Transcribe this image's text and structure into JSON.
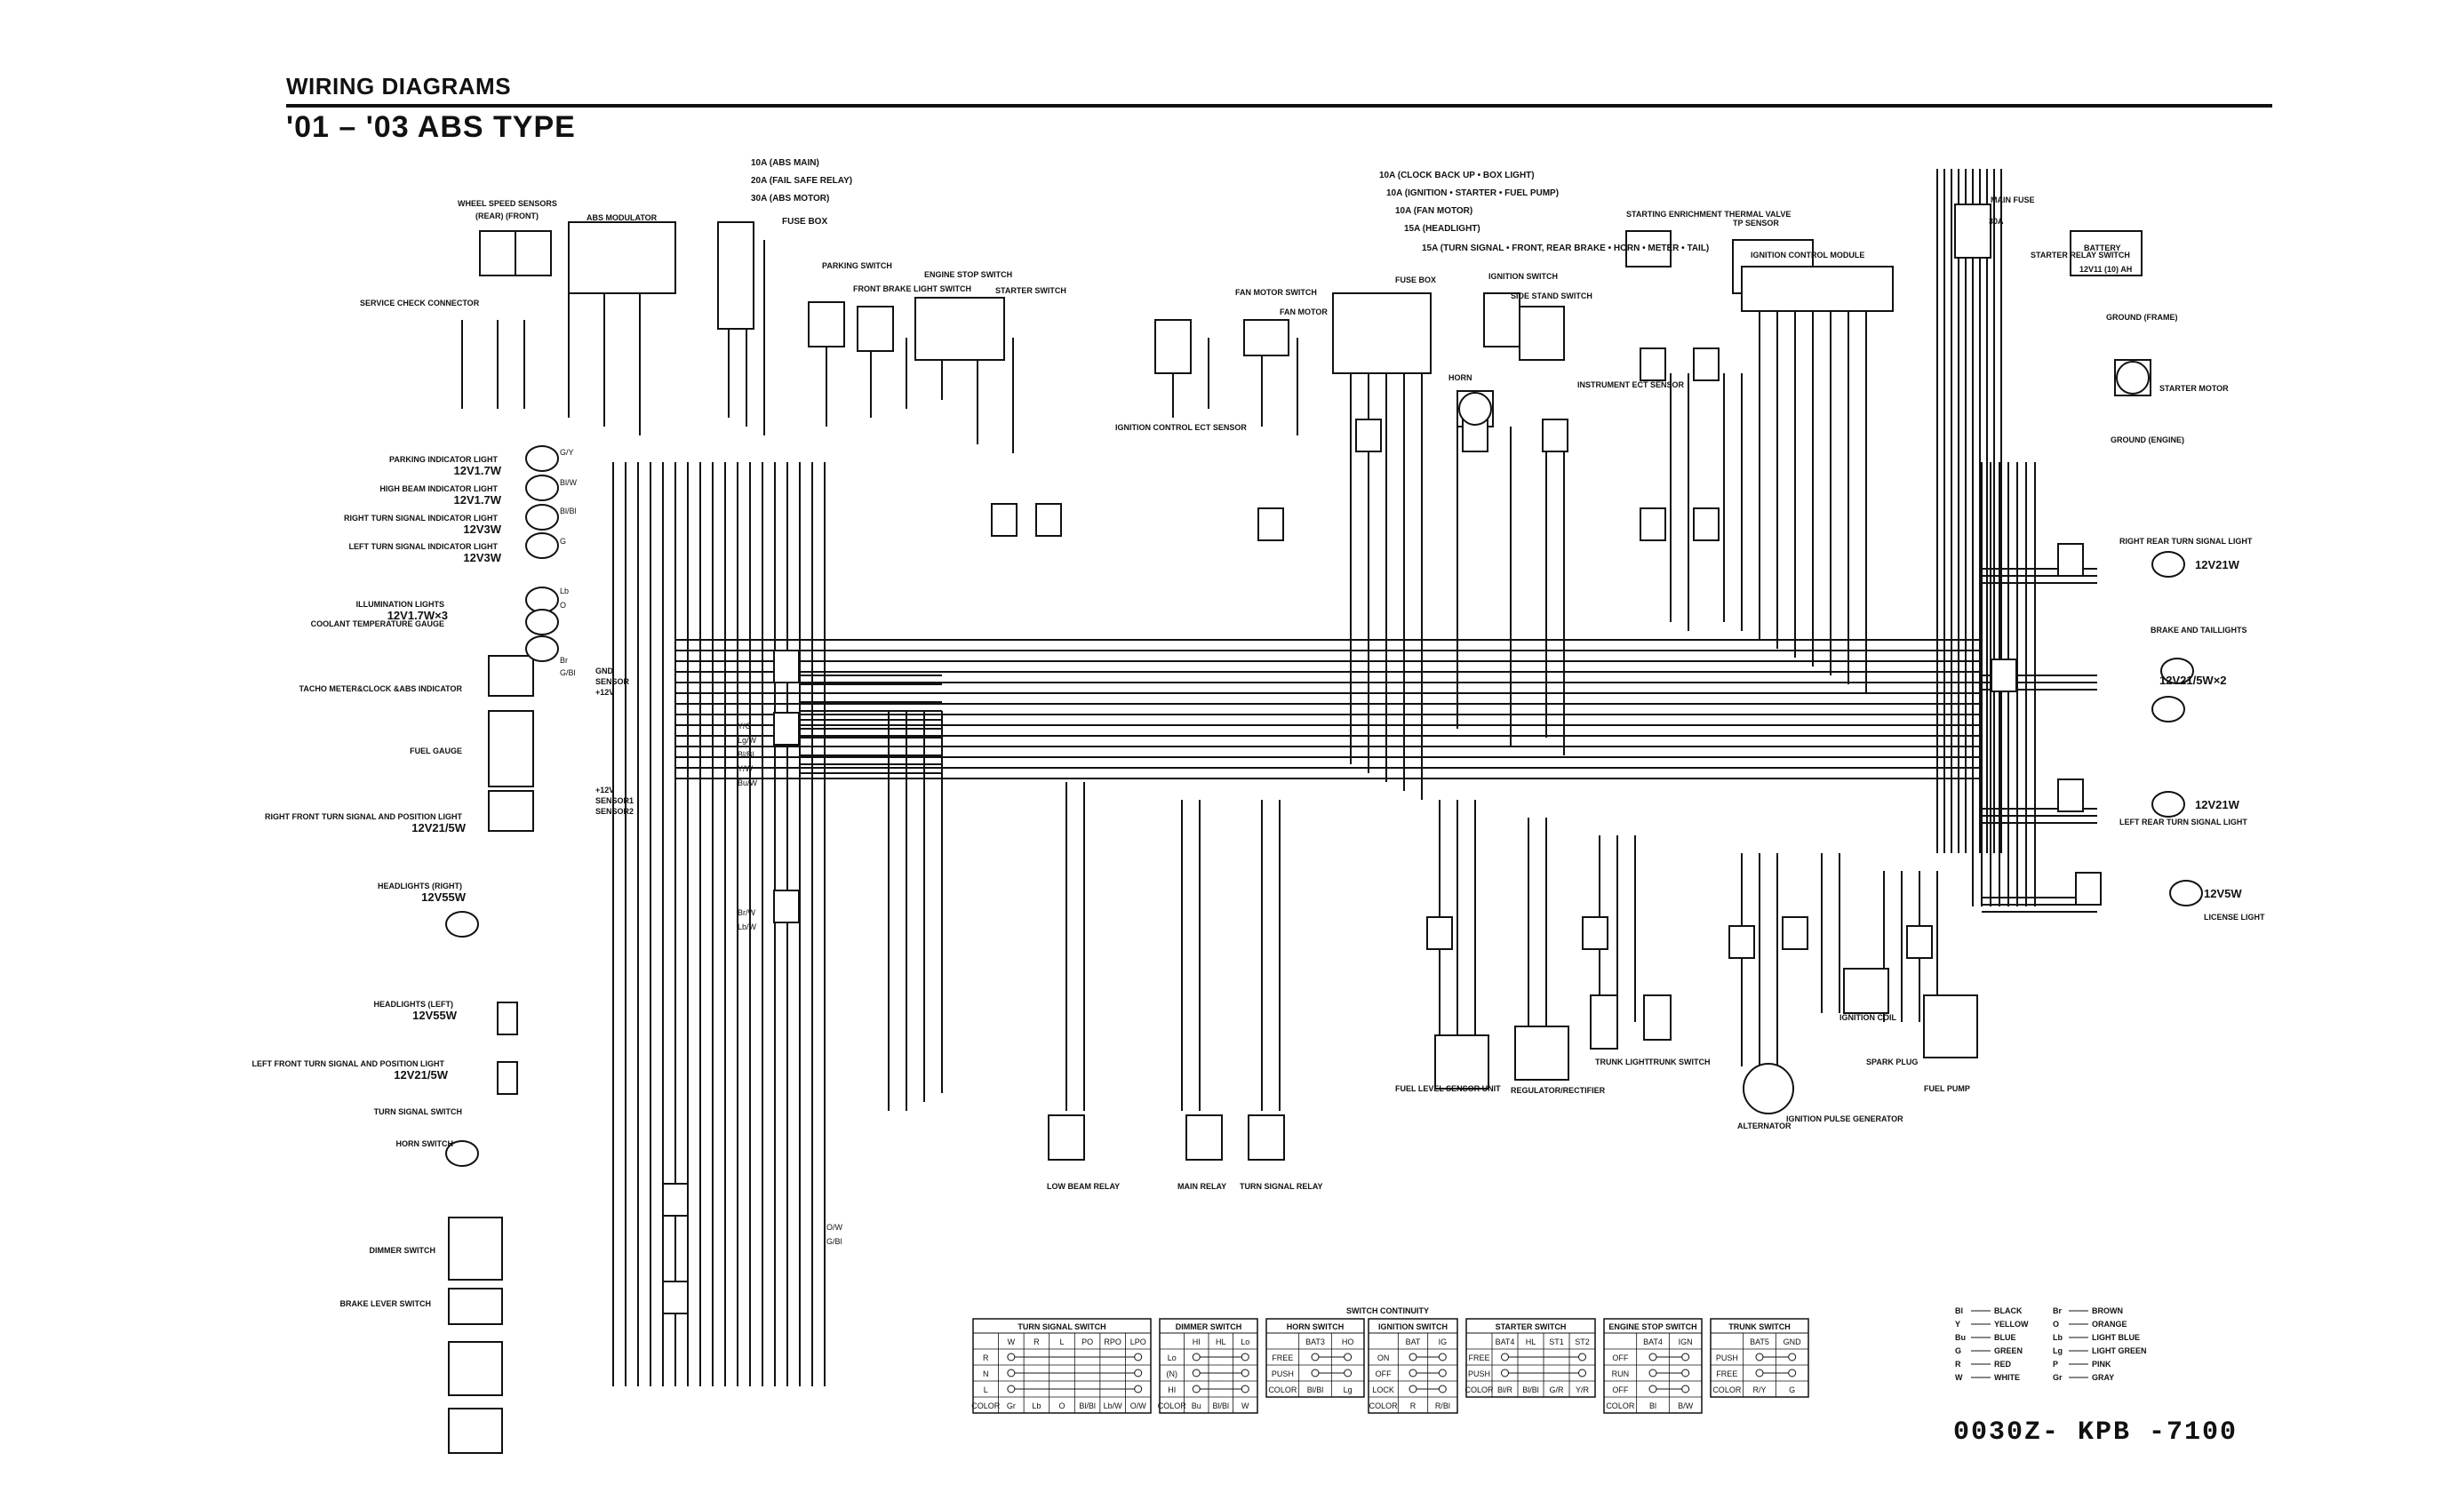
{
  "header": {
    "section": "WIRING DIAGRAMS",
    "title": "'01 – '03 ABS TYPE"
  },
  "document_code": "0030Z- KPB -7100",
  "fuses_main_box": [
    "10A (ABS MAIN)",
    "20A (FAIL SAFE RELAY)",
    "30A (ABS MOTOR)"
  ],
  "fuse_box_label": "FUSE BOX",
  "fuses_center_box": [
    "10A (CLOCK BACK UP • BOX LIGHT)",
    "10A (IGNITION • STARTER • FUEL PUMP)",
    "10A (FAN MOTOR)",
    "15A (HEADLIGHT)",
    "15A (TURN SIGNAL • FRONT, REAR BRAKE • HORN • METER • TAIL)"
  ],
  "top_components": {
    "wheel_speed_sensors": "WHEEL SPEED SENSORS",
    "wheel_speed_sub": "(REAR) (FRONT)",
    "abs_modulator": "ABS MODULATOR",
    "service_check": "SERVICE CHECK CONNECTOR",
    "parking_switch": "PARKING SWITCH",
    "front_brake_switch": "FRONT BRAKE LIGHT SWITCH",
    "engine_stop_switch": "ENGINE STOP SWITCH",
    "starter_switch": "STARTER SWITCH",
    "fan_motor_switch": "FAN MOTOR SWITCH",
    "fan_motor": "FAN MOTOR",
    "ignition_control_ect": "IGNITION CONTROL ECT SENSOR",
    "fuse_box": "FUSE BOX",
    "horn": "HORN",
    "ignition_switch": "IGNITION SWITCH",
    "side_stand_switch": "SIDE STAND SWITCH",
    "instrument_ect": "INSTRUMENT ECT SENSOR",
    "starting_enrichment": "STARTING ENRICHMENT THERMAL VALVE",
    "tp_sensor": "TP SENSOR",
    "icm": "IGNITION CONTROL MODULE",
    "main_fuse": "MAIN FUSE",
    "main_fuse_rating": "30A",
    "starter_relay": "STARTER RELAY SWITCH",
    "battery": "BATTERY",
    "battery_rating": "12V11 (10) AH",
    "ground_frame": "GROUND (FRAME)",
    "starter_motor": "STARTER MOTOR",
    "ground_engine": "GROUND (ENGINE)"
  },
  "left_components": [
    {
      "name": "PARKING INDICATOR LIGHT",
      "rating": "12V1.7W"
    },
    {
      "name": "HIGH BEAM INDICATOR LIGHT",
      "rating": "12V1.7W"
    },
    {
      "name": "RIGHT TURN SIGNAL INDICATOR LIGHT",
      "rating": "12V3W"
    },
    {
      "name": "LEFT TURN SIGNAL INDICATOR LIGHT",
      "rating": "12V3W"
    },
    {
      "name": "ILLUMINATION LIGHTS",
      "rating": "12V1.7W×3"
    },
    {
      "name": "COOLANT TEMPERATURE GAUGE",
      "rating": ""
    },
    {
      "name": "TACHO METER&CLOCK &ABS INDICATOR",
      "rating": ""
    },
    {
      "name": "FUEL GAUGE",
      "rating": ""
    },
    {
      "name": "RIGHT FRONT TURN SIGNAL AND POSITION LIGHT",
      "rating": "12V21/5W"
    },
    {
      "name": "HEADLIGHTS (RIGHT)",
      "rating": "12V55W"
    },
    {
      "name": "HEADLIGHTS (LEFT)",
      "rating": "12V55W"
    },
    {
      "name": "LEFT FRONT TURN SIGNAL AND POSITION LIGHT",
      "rating": "12V21/5W"
    },
    {
      "name": "TURN SIGNAL SWITCH",
      "rating": ""
    },
    {
      "name": "HORN SWITCH",
      "rating": ""
    },
    {
      "name": "DIMMER SWITCH",
      "rating": ""
    },
    {
      "name": "BRAKE LEVER SWITCH",
      "rating": ""
    }
  ],
  "gauge_terminals": [
    "GND",
    "SENSOR",
    "+12V",
    "+12V",
    "SENSOR1",
    "SENSOR2"
  ],
  "right_components": [
    {
      "name": "RIGHT REAR TURN SIGNAL LIGHT",
      "rating": "12V21W"
    },
    {
      "name": "BRAKE AND TAILLIGHTS",
      "rating": "12V21/5W×2"
    },
    {
      "name": "LEFT REAR TURN SIGNAL LIGHT",
      "rating": "12V21W"
    },
    {
      "name": "LICENSE LIGHT",
      "rating": "12V5W"
    }
  ],
  "bottom_components": [
    "LOW BEAM RELAY",
    "MAIN RELAY",
    "TURN SIGNAL RELAY",
    "FUEL LEVEL SENSOR UNIT",
    "REGULATOR/RECTIFIER",
    "TRUNK LIGHT",
    "TRUNK SWITCH",
    "ALTERNATOR",
    "IGNITION PULSE GENERATOR",
    "IGNITION COIL",
    "SPARK PLUG",
    "FUEL PUMP"
  ],
  "switch_continuity": {
    "title": "SWITCH CONTINUITY",
    "tables": [
      {
        "title": "TURN SIGNAL SWITCH",
        "cols": [
          "",
          "W",
          "R",
          "L",
          "PO",
          "RPO",
          "LPO"
        ],
        "rows": [
          [
            "R"
          ],
          [
            "N"
          ],
          [
            "L"
          ],
          [
            "COLOR",
            "Gr",
            "Lb",
            "O",
            "Bl/Bl",
            "Lb/W",
            "O/W"
          ]
        ]
      },
      {
        "title": "DIMMER SWITCH",
        "cols": [
          "",
          "HI",
          "HL",
          "Lo"
        ],
        "rows": [
          [
            "Lo"
          ],
          [
            "(N)"
          ],
          [
            "HI"
          ],
          [
            "COLOR",
            "Bu",
            "Bl/Bl",
            "W"
          ]
        ]
      },
      {
        "title": "HORN SWITCH",
        "cols": [
          "",
          "BAT3",
          "HO"
        ],
        "rows": [
          [
            "FREE"
          ],
          [
            "PUSH"
          ],
          [
            "COLOR",
            "Bl/Bl",
            "Lg"
          ]
        ]
      },
      {
        "title": "IGNITION SWITCH",
        "cols": [
          "",
          "BAT",
          "IG"
        ],
        "rows": [
          [
            "ON"
          ],
          [
            "OFF"
          ],
          [
            "LOCK"
          ],
          [
            "COLOR",
            "R",
            "R/Bl"
          ]
        ]
      },
      {
        "title": "STARTER SWITCH",
        "cols": [
          "",
          "BAT4",
          "HL",
          "ST1",
          "ST2"
        ],
        "rows": [
          [
            "FREE"
          ],
          [
            "PUSH"
          ],
          [
            "COLOR",
            "Bl/R",
            "Bl/Bl",
            "G/R",
            "Y/R"
          ]
        ]
      },
      {
        "title": "ENGINE STOP SWITCH",
        "cols": [
          "",
          "BAT4",
          "IGN"
        ],
        "rows": [
          [
            "OFF"
          ],
          [
            "RUN"
          ],
          [
            "OFF"
          ],
          [
            "COLOR",
            "Bl",
            "B/W"
          ]
        ]
      },
      {
        "title": "TRUNK SWITCH",
        "cols": [
          "",
          "BAT5",
          "GND"
        ],
        "rows": [
          [
            "PUSH"
          ],
          [
            "FREE"
          ],
          [
            "COLOR",
            "R/Y",
            "G"
          ]
        ]
      }
    ]
  },
  "color_legend": [
    [
      "Bl",
      "BLACK"
    ],
    [
      "Y",
      "YELLOW"
    ],
    [
      "Bu",
      "BLUE"
    ],
    [
      "G",
      "GREEN"
    ],
    [
      "R",
      "RED"
    ],
    [
      "W",
      "WHITE"
    ],
    [
      "Br",
      "BROWN"
    ],
    [
      "O",
      "ORANGE"
    ],
    [
      "Lb",
      "LIGHT BLUE"
    ],
    [
      "Lg",
      "LIGHT GREEN"
    ],
    [
      "P",
      "PINK"
    ],
    [
      "Gr",
      "GRAY"
    ]
  ],
  "wire_codes": [
    "G/Y",
    "Bl/W",
    "Bl/Bl",
    "G",
    "Lb",
    "O",
    "Br",
    "G/Bl",
    "Y/G",
    "Lg/W",
    "Bl/Bl",
    "Y/W",
    "Bu/W",
    "Br/W",
    "Lb/W",
    "O/W",
    "G/Bl"
  ]
}
